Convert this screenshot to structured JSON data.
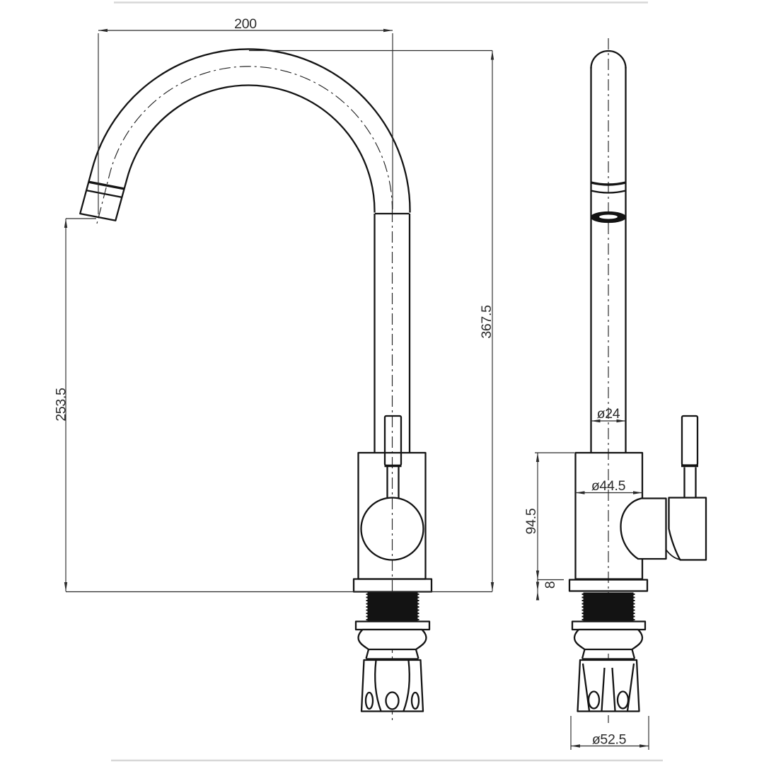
{
  "drawing": {
    "kind": "faucet-technical-drawing",
    "views": {
      "left": "front-elevation",
      "right": "side-elevation"
    }
  },
  "dimensions": {
    "spout_reach": "200",
    "overall_height": "367.5",
    "spout_outlet_height": "253.5",
    "spout_tube_diameter": "ø24",
    "body_diameter": "ø44.5",
    "body_height": "94.5",
    "flange_thickness": "8",
    "base_assembly_diameter": "ø52.5"
  },
  "colors": {
    "background": "#ffffff",
    "object_line": "#141414",
    "dimension_line": "#2b2b2b",
    "centerline": "#222222",
    "fill_dark": "#131313",
    "frame_line": "#d7d7d7"
  }
}
